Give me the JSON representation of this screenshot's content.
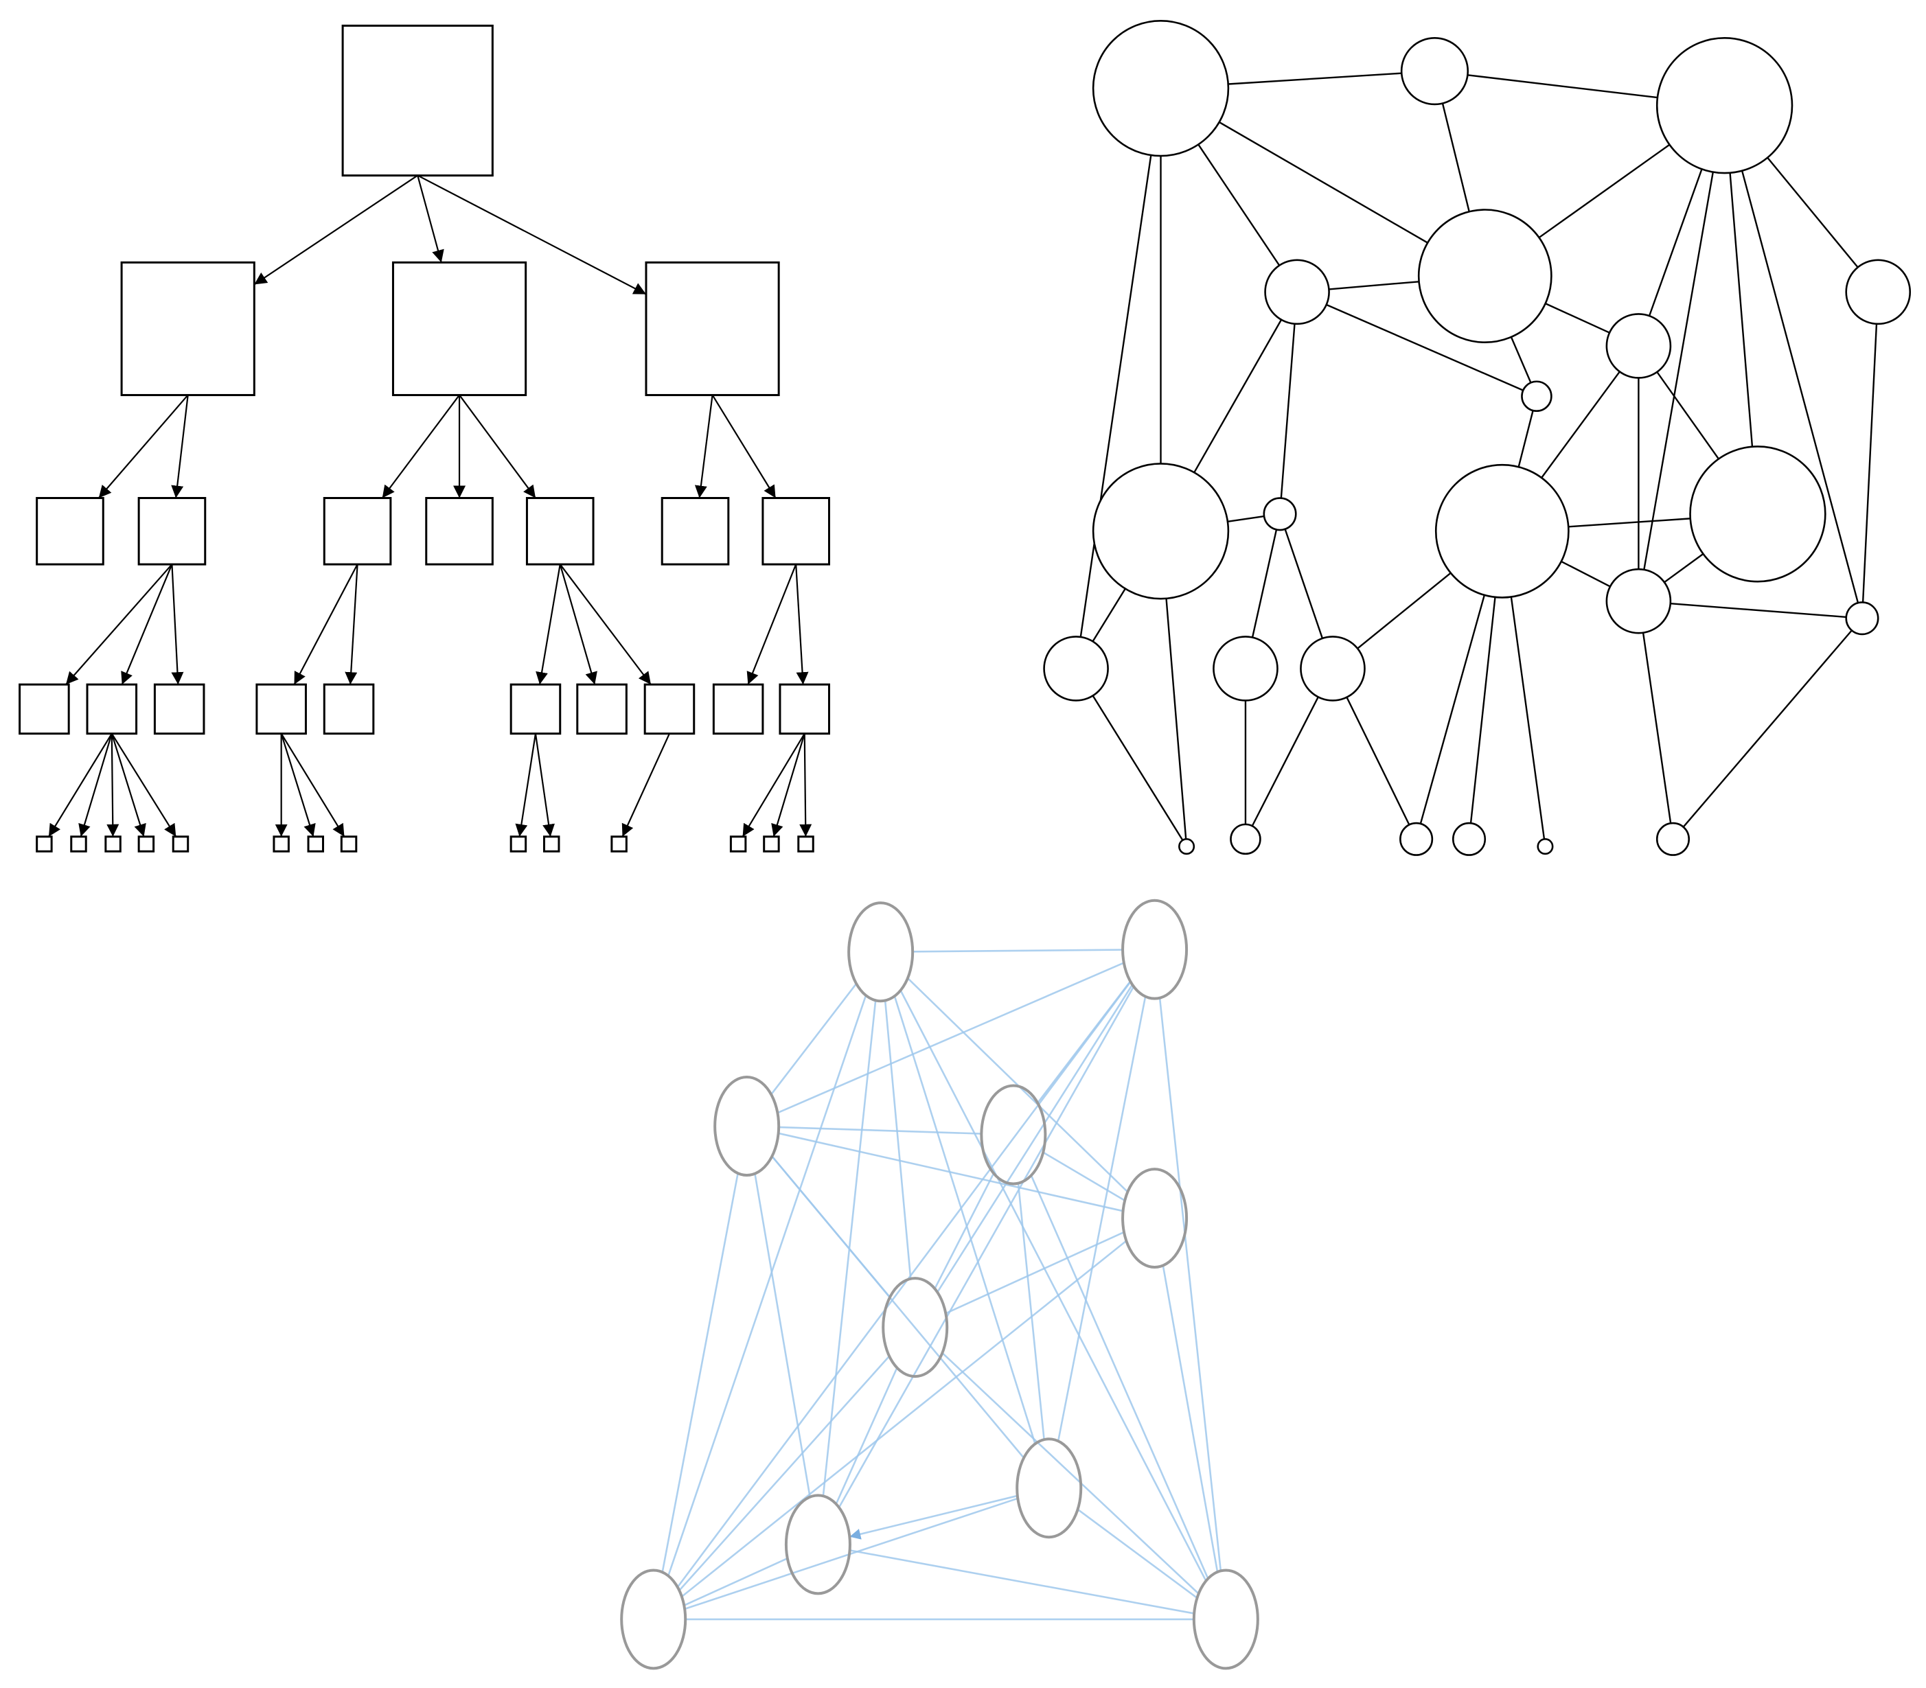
{
  "diagrams": [
    {
      "id": "tree",
      "kind": "directed-tree",
      "node_shape": "square",
      "stroke": "#000000",
      "fill": "#ffffff",
      "edge_color": "#000000",
      "directed": true,
      "nodes": [
        "r",
        "a1",
        "a2",
        "a3",
        "b1",
        "b2",
        "b3",
        "b4",
        "b5",
        "b6",
        "b7",
        "c1",
        "c2",
        "c3",
        "c4",
        "c5",
        "c6",
        "c7",
        "c8",
        "c9",
        "c10",
        "d1",
        "d2",
        "d3",
        "d4",
        "d5",
        "d6",
        "d7",
        "d8",
        "d9",
        "d10",
        "d11",
        "d12",
        "d13",
        "d14"
      ],
      "edges": [
        [
          "r",
          "a1"
        ],
        [
          "r",
          "a2"
        ],
        [
          "r",
          "a3"
        ],
        [
          "a1",
          "b1"
        ],
        [
          "a1",
          "b2"
        ],
        [
          "a2",
          "b3"
        ],
        [
          "a2",
          "b4"
        ],
        [
          "a2",
          "b5"
        ],
        [
          "a3",
          "b6"
        ],
        [
          "a3",
          "b7"
        ],
        [
          "b2",
          "c1"
        ],
        [
          "b2",
          "c2"
        ],
        [
          "b2",
          "c3"
        ],
        [
          "b3",
          "c4"
        ],
        [
          "b3",
          "c5"
        ],
        [
          "b5",
          "c6"
        ],
        [
          "b5",
          "c7"
        ],
        [
          "b5",
          "c8"
        ],
        [
          "b7",
          "c9"
        ],
        [
          "b7",
          "c10"
        ],
        [
          "c2",
          "d1"
        ],
        [
          "c2",
          "d2"
        ],
        [
          "c2",
          "d3"
        ],
        [
          "c2",
          "d4"
        ],
        [
          "c2",
          "d5"
        ],
        [
          "c4",
          "d6"
        ],
        [
          "c4",
          "d7"
        ],
        [
          "c4",
          "d8"
        ],
        [
          "c6",
          "d9"
        ],
        [
          "c6",
          "d10"
        ],
        [
          "c8",
          "d11"
        ],
        [
          "c10",
          "d12"
        ],
        [
          "c10",
          "d13"
        ],
        [
          "c10",
          "d14"
        ]
      ]
    },
    {
      "id": "network",
      "kind": "undirected-graph",
      "node_shape": "circle",
      "stroke": "#000000",
      "fill": "#ffffff",
      "edge_color": "#000000",
      "directed": false,
      "nodes": [
        "n1",
        "n2",
        "n3",
        "n4",
        "n5",
        "n6",
        "n7",
        "n8",
        "n9",
        "n10",
        "n11",
        "n12",
        "n13",
        "n14",
        "n15",
        "n16",
        "n17",
        "n18",
        "n19",
        "n20",
        "n21",
        "n22",
        "n23",
        "n24",
        "n25"
      ],
      "edges": [
        [
          "n1",
          "n2"
        ],
        [
          "n2",
          "n3"
        ],
        [
          "n1",
          "n5"
        ],
        [
          "n1",
          "n4"
        ],
        [
          "n1",
          "n8"
        ],
        [
          "n1",
          "n7"
        ],
        [
          "n2",
          "n5"
        ],
        [
          "n3",
          "n5"
        ],
        [
          "n3",
          "n10"
        ],
        [
          "n3",
          "n11"
        ],
        [
          "n3",
          "n12"
        ],
        [
          "n3",
          "n14"
        ],
        [
          "n4",
          "n5"
        ],
        [
          "n4",
          "n7"
        ],
        [
          "n4",
          "n8"
        ],
        [
          "n4",
          "n9"
        ],
        [
          "n5",
          "n7"
        ],
        [
          "n5",
          "n6"
        ],
        [
          "n6",
          "n10"
        ],
        [
          "n6",
          "n11"
        ],
        [
          "n6",
          "n13"
        ],
        [
          "n6",
          "n12"
        ],
        [
          "n8",
          "n9"
        ],
        [
          "n8",
          "n15"
        ],
        [
          "n8",
          "n24"
        ],
        [
          "n9",
          "n16"
        ],
        [
          "n9",
          "n17"
        ],
        [
          "n10",
          "n11"
        ],
        [
          "n10",
          "n13"
        ],
        [
          "n11",
          "n13"
        ],
        [
          "n11",
          "n14"
        ],
        [
          "n13",
          "n14"
        ],
        [
          "n13",
          "n17"
        ],
        [
          "n13",
          "n19"
        ],
        [
          "n13",
          "n20"
        ],
        [
          "n13",
          "n23"
        ],
        [
          "n15",
          "n24"
        ],
        [
          "n16",
          "n18"
        ],
        [
          "n17",
          "n18"
        ],
        [
          "n17",
          "n19"
        ],
        [
          "n10",
          "n14"
        ],
        [
          "n14",
          "n25"
        ],
        [
          "n14",
          "n23"
        ],
        [
          "n12",
          "n14"
        ]
      ]
    },
    {
      "id": "blue",
      "kind": "directed-graph",
      "node_shape": "ellipse",
      "stroke": "#999999",
      "fill": "#ffffff",
      "edge_color": "#9fc8ec",
      "directed": true,
      "nodes": [
        "m1",
        "m2",
        "m3",
        "m4",
        "m5",
        "m6",
        "m7",
        "m8",
        "m9",
        "m10"
      ],
      "edges": [
        [
          "m1",
          "m2"
        ],
        [
          "m1",
          "m3"
        ],
        [
          "m1",
          "m5"
        ],
        [
          "m1",
          "m6"
        ],
        [
          "m1",
          "m7"
        ],
        [
          "m1",
          "m8"
        ],
        [
          "m1",
          "m9"
        ],
        [
          "m1",
          "m10"
        ],
        [
          "m2",
          "m3"
        ],
        [
          "m2",
          "m4"
        ],
        [
          "m2",
          "m6"
        ],
        [
          "m2",
          "m7"
        ],
        [
          "m2",
          "m8"
        ],
        [
          "m2",
          "m9"
        ],
        [
          "m2",
          "m10"
        ],
        [
          "m3",
          "m4"
        ],
        [
          "m3",
          "m5"
        ],
        [
          "m3",
          "m6"
        ],
        [
          "m3",
          "m7"
        ],
        [
          "m3",
          "m8"
        ],
        [
          "m3",
          "m9"
        ],
        [
          "m4",
          "m5"
        ],
        [
          "m4",
          "m6"
        ],
        [
          "m4",
          "m7"
        ],
        [
          "m4",
          "m10"
        ],
        [
          "m5",
          "m6"
        ],
        [
          "m5",
          "m9"
        ],
        [
          "m5",
          "m10"
        ],
        [
          "m6",
          "m8"
        ],
        [
          "m6",
          "m9"
        ],
        [
          "m6",
          "m10"
        ],
        [
          "m7",
          "m8"
        ],
        [
          "m7",
          "m9"
        ],
        [
          "m7",
          "m10"
        ],
        [
          "m8",
          "m9"
        ],
        [
          "m8",
          "m10"
        ],
        [
          "m9",
          "m10"
        ]
      ]
    }
  ]
}
